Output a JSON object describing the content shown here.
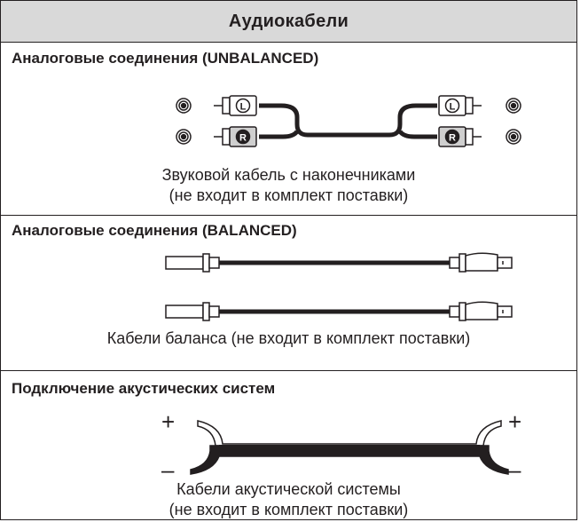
{
  "header": {
    "title": "Аудиокабели"
  },
  "sections": [
    {
      "title": "Аналоговые соединения (UNBALANCED)",
      "caption_lines": [
        "Звуковой кабель с наконечниками",
        "(не входит в комплект поставки)"
      ],
      "plug_letters": [
        "L",
        "R"
      ]
    },
    {
      "title": "Аналоговые соединения (BALANCED)",
      "caption_lines": [
        "Кабели баланса (не входит в комплект поставки)"
      ]
    },
    {
      "title": "Подключение акустических систем",
      "caption_lines": [
        "Кабели акустической системы",
        "(не входит в комплект поставки)"
      ],
      "signs": {
        "plus": "+",
        "minus": "–"
      }
    }
  ]
}
